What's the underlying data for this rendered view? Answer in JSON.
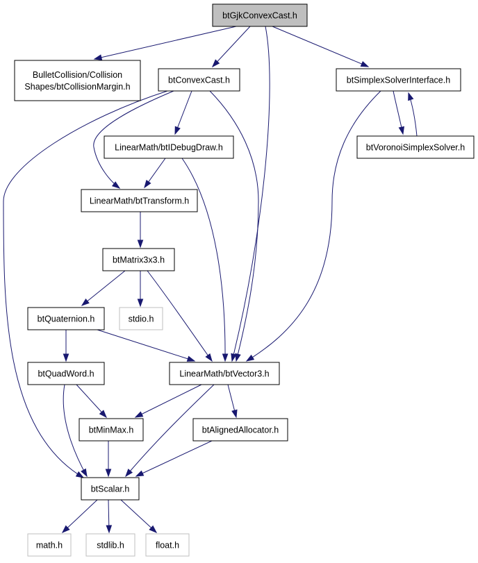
{
  "diagram": {
    "colors": {
      "edge": "#191970",
      "root_fill": "#bfbfbf",
      "node_border": "#000000",
      "system_border": "#bfbfbf"
    },
    "nodes": {
      "gjk": {
        "label": "btGjkConvexCast.h",
        "kind": "root"
      },
      "margin": {
        "label": [
          "BulletCollision/Collision",
          "Shapes/btCollisionMargin.h"
        ],
        "kind": "file"
      },
      "convexcast": {
        "label": "btConvexCast.h",
        "kind": "file"
      },
      "simplexiface": {
        "label": "btSimplexSolverInterface.h",
        "kind": "file"
      },
      "debugdraw": {
        "label": "LinearMath/btIDebugDraw.h",
        "kind": "file"
      },
      "voronoi": {
        "label": "btVoronoiSimplexSolver.h",
        "kind": "file"
      },
      "transform": {
        "label": "LinearMath/btTransform.h",
        "kind": "file"
      },
      "matrix": {
        "label": "btMatrix3x3.h",
        "kind": "file"
      },
      "quaternion": {
        "label": "btQuaternion.h",
        "kind": "file"
      },
      "stdio": {
        "label": "stdio.h",
        "kind": "system"
      },
      "quadword": {
        "label": "btQuadWord.h",
        "kind": "file"
      },
      "vector3": {
        "label": "LinearMath/btVector3.h",
        "kind": "file"
      },
      "minmax": {
        "label": "btMinMax.h",
        "kind": "file"
      },
      "aligned": {
        "label": "btAlignedAllocator.h",
        "kind": "file"
      },
      "scalar": {
        "label": "btScalar.h",
        "kind": "file"
      },
      "math": {
        "label": "math.h",
        "kind": "system"
      },
      "stdlib": {
        "label": "stdlib.h",
        "kind": "system"
      },
      "float": {
        "label": "float.h",
        "kind": "system"
      }
    },
    "edges": [
      {
        "from": "gjk",
        "to": "margin"
      },
      {
        "from": "gjk",
        "to": "convexcast"
      },
      {
        "from": "gjk",
        "to": "vector3"
      },
      {
        "from": "gjk",
        "to": "simplexiface"
      },
      {
        "from": "convexcast",
        "to": "scalar"
      },
      {
        "from": "convexcast",
        "to": "transform"
      },
      {
        "from": "convexcast",
        "to": "debugdraw"
      },
      {
        "from": "convexcast",
        "to": "vector3"
      },
      {
        "from": "simplexiface",
        "to": "voronoi"
      },
      {
        "from": "voronoi",
        "to": "simplexiface"
      },
      {
        "from": "simplexiface",
        "to": "vector3"
      },
      {
        "from": "debugdraw",
        "to": "transform"
      },
      {
        "from": "debugdraw",
        "to": "vector3"
      },
      {
        "from": "transform",
        "to": "matrix"
      },
      {
        "from": "matrix",
        "to": "quaternion"
      },
      {
        "from": "matrix",
        "to": "stdio"
      },
      {
        "from": "matrix",
        "to": "vector3"
      },
      {
        "from": "quaternion",
        "to": "quadword"
      },
      {
        "from": "quaternion",
        "to": "vector3"
      },
      {
        "from": "quadword",
        "to": "minmax"
      },
      {
        "from": "quadword",
        "to": "scalar"
      },
      {
        "from": "vector3",
        "to": "minmax"
      },
      {
        "from": "vector3",
        "to": "scalar"
      },
      {
        "from": "vector3",
        "to": "aligned"
      },
      {
        "from": "minmax",
        "to": "scalar"
      },
      {
        "from": "aligned",
        "to": "scalar"
      },
      {
        "from": "scalar",
        "to": "math"
      },
      {
        "from": "scalar",
        "to": "stdlib"
      },
      {
        "from": "scalar",
        "to": "float"
      }
    ]
  }
}
